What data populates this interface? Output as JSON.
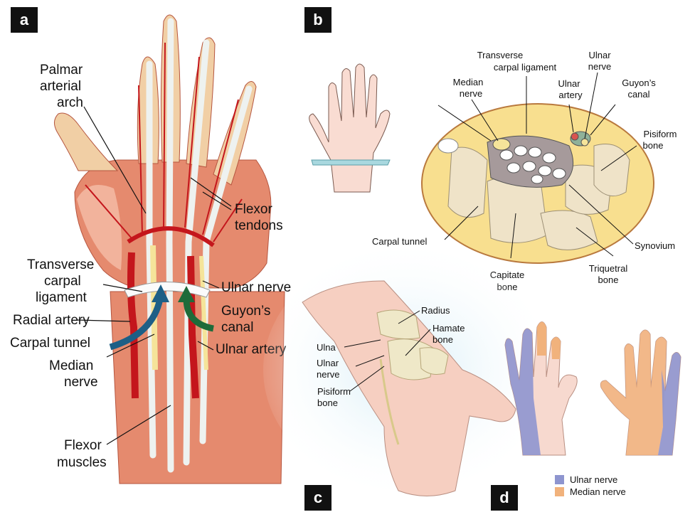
{
  "panels": {
    "a": "a",
    "b": "b",
    "c": "c",
    "d": "d"
  },
  "panel_a": {
    "labels": {
      "palmar_arch_1": "Palmar",
      "palmar_arch_2": "arterial",
      "palmar_arch_3": "arch",
      "flexor_tendons_1": "Flexor",
      "flexor_tendons_2": "tendons",
      "tcl_1": "Transverse",
      "tcl_2": "carpal",
      "tcl_3": "ligament",
      "ulnar_nerve": "Ulnar nerve",
      "guyon_1": "Guyon’s",
      "guyon_2": "canal",
      "radial_artery": "Radial artery",
      "carpal_tunnel": "Carpal tunnel",
      "median_1": "Median",
      "median_2": "nerve",
      "ulnar_artery": "Ulnar artery",
      "flexor_muscles_1": "Flexor",
      "flexor_muscles_2": "muscles"
    }
  },
  "panel_b": {
    "labels": {
      "tcl_1": "Transverse",
      "tcl_2": "carpal ligament",
      "median_1": "Median",
      "median_2": "nerve",
      "ulnar_artery_1": "Ulnar",
      "ulnar_artery_2": "artery",
      "ulnar_nerve_1": "Ulnar",
      "ulnar_nerve_2": "nerve",
      "guyon_1": "Guyon’s",
      "guyon_2": "canal",
      "pisiform_1": "Pisiform",
      "pisiform_2": "bone",
      "carpal_tunnel": "Carpal tunnel",
      "synovium": "Synovium",
      "capitate_1": "Capitate",
      "capitate_2": "bone",
      "triquetral_1": "Triquetral",
      "triquetral_2": "bone"
    }
  },
  "panel_c": {
    "labels": {
      "radius": "Radius",
      "hamate_1": "Hamate",
      "hamate_2": "bone",
      "ulna": "Ulna",
      "ulnar_nerve_1": "Ulnar",
      "ulnar_nerve_2": "nerve",
      "pisiform_1": "Pisiform",
      "pisiform_2": "bone"
    }
  },
  "panel_d": {
    "legend": [
      {
        "label": "Ulnar nerve",
        "color": "#8e95cf"
      },
      {
        "label": "Median nerve",
        "color": "#f1b27c"
      }
    ]
  },
  "colors": {
    "muscle": "#e58a6e",
    "artery": "#c4161c",
    "nerve": "#f5e49a",
    "tendon": "#eef2f0",
    "bone": "#efe3c8",
    "fat": "#f8df8f",
    "synovium": "#a69a9b",
    "arrow_blue": "#1d5f86",
    "arrow_green": "#1e6b3a"
  }
}
